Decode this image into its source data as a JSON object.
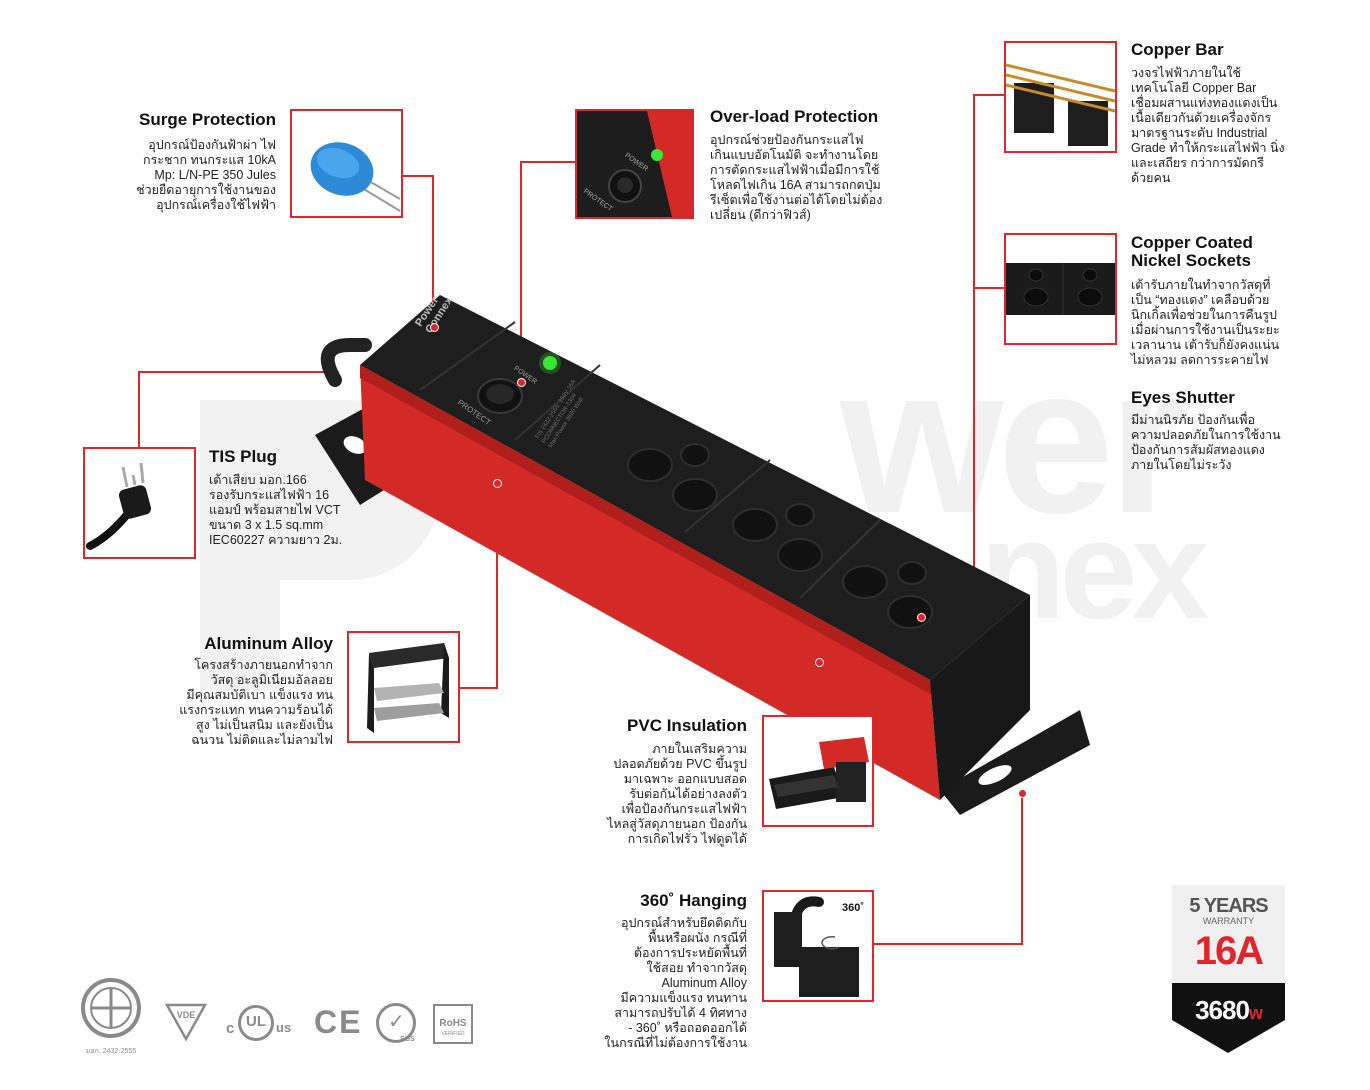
{
  "features": {
    "surge": {
      "title": "Surge Protection",
      "desc": [
        "อุปกรณ์ป้องกันฟ้าผ่า ไฟ",
        "กระชาก ทนกระแส  10kA",
        "Mp: L/N-PE 350 Jules",
        "ช่วยยืดอายุการใช้งานของ",
        "อุปกรณ์เครื่องใช้ไฟฟ้า"
      ]
    },
    "overload": {
      "title": "Over-load Protection",
      "desc": [
        "อุปกรณ์ช่วยป้องกันกระแสไฟ",
        "เกินแบบอัตโนมัติ จะทำงานโดย",
        "การตัดกระแสไฟฟ้าเมื่อมีการใช้",
        "โหลดไฟเกิน 16A สามารถกดปุ่ม",
        "รีเซ็ตเพื่อใช้งานต่อได้โดยไม่ต้อง",
        "เปลี่ยน (ดีกว่าฟิวส์)"
      ]
    },
    "copper_bar": {
      "title": "Copper Bar",
      "desc": [
        "วงจรไฟฟ้าภายในใช้",
        "เทคโนโลยี Copper Bar",
        "เชื่อมผสานแท่งทองแดงเป็น",
        "เนื้อเดียวกันด้วยเครื่องจักร",
        "มาตรฐานระดับ Industrial",
        "Grade ทำให้กระแสไฟฟ้า นิ่ง",
        "และเสถียร กว่าการมัดกรี",
        "ด้วยคน"
      ]
    },
    "sockets": {
      "title_line1": "Copper Coated",
      "title_line2": "Nickel Sockets",
      "desc": [
        "เต้ารับภายในทำจากวัสดุที่",
        "เป็น “ทองแดง” เคลือบด้วย",
        "นิกเกิ้ลเพื่อช่วยในการคืนรูป",
        "เมื่อผ่านการใช้งานเป็นระยะ",
        "เวลานาน เต้ารับก็ยังคงแน่น",
        "ไม่หลวม ลดการระคายไฟ"
      ]
    },
    "shutter": {
      "title": "Eyes Shutter",
      "desc": [
        "มีม่านนิรภัย ป้องกันเพื่อ",
        "ความปลอดภัยในการใช้งาน",
        "ป้องกันการสัมผัสทองแดง",
        "ภายในโดยไม่ระวัง"
      ]
    },
    "tis_plug": {
      "title": "TIS Plug",
      "desc": [
        "เต้าเสียบ มอก.166",
        "รองรับกระแสไฟฟ้า 16",
        "แอมป์ พร้อมสายไฟ VCT",
        "ขนาด 3 x 1.5 sq.mm",
        "IEC60227 ความยาว 2ม."
      ]
    },
    "aluminum": {
      "title": "Aluminum Alloy",
      "desc": [
        "โครงสร้างภายนอกทำจาก",
        "วัสดุ อะลูมิเนียมอัลลอย",
        "มีคุณสมบัติเบา แข็งแรง ทน",
        "แรงกระแทก ทนความร้อนได้",
        "สูง ไม่เป็นสนิม และยังเป็น",
        "ฉนวน ไม่ติดและไม่ลามไฟ"
      ]
    },
    "pvc": {
      "title": "PVC Insulation",
      "desc": [
        "ภายในเสริมความ",
        "ปลอดภัยด้วย PVC ขึ้นรูป",
        "มาเฉพาะ ออกแบบสอด",
        "รับต่อกันได้อย่างลงตัว",
        "เพื่อป้องกันกระแสไฟฟ้า",
        "ไหลสู่วัสดุภายนอก ป้องกัน",
        "การเกิดไฟรั่ว ไฟดูดได้"
      ]
    },
    "hanging": {
      "title": "360˚ Hanging",
      "desc": [
        "อุปกรณ์สำหรับยึดติดกับ",
        "พื้นหรือผนัง กรณีที่",
        "ต้องการประหยัดพื้นที่",
        "ใช้สอย ทำจากวัสดุ",
        "Aluminum Alloy",
        "มีความแข็งแรง ทนทาน",
        "สามารถปรับได้ 4 ทิศทาง",
        "- 360˚ หรือถอดออกได้",
        "ในกรณีที่ไม่ต้องการใช้งาน"
      ]
    }
  },
  "product": {
    "brand_line1": "Power",
    "brand_line2": "Connex",
    "power_label": "POWER",
    "protect_label": "PROTECT",
    "spec_line1": "TIS 2432-2555, 250V 16A",
    "spec_line2": "PCONNECTOR-T304",
    "spec_line3": "Max Power 3680 Watt"
  },
  "thumb_text": {
    "power": "POWER",
    "protect": "PROTECT",
    "badge_360": "360˚"
  },
  "watermark": {
    "line1": "wer",
    "line2": "nex"
  },
  "warranty": {
    "years": "5 YEARS",
    "label": "WARRANTY",
    "amps": "16A",
    "watts_num": "3680",
    "watts_unit": "w"
  },
  "certifications": {
    "tis_number": "มอก. 2432-2555",
    "vde": "VDE",
    "ul_c": "c",
    "ul_main": "UL",
    "ul_us": "us",
    "ce": "CE",
    "sgs": "SGS",
    "rohs": "RoHS",
    "rohs_sub": "VERIFIED"
  },
  "colors": {
    "accent": "#e0262c",
    "body_black": "#1c1c1c",
    "led_green": "#39e639"
  }
}
